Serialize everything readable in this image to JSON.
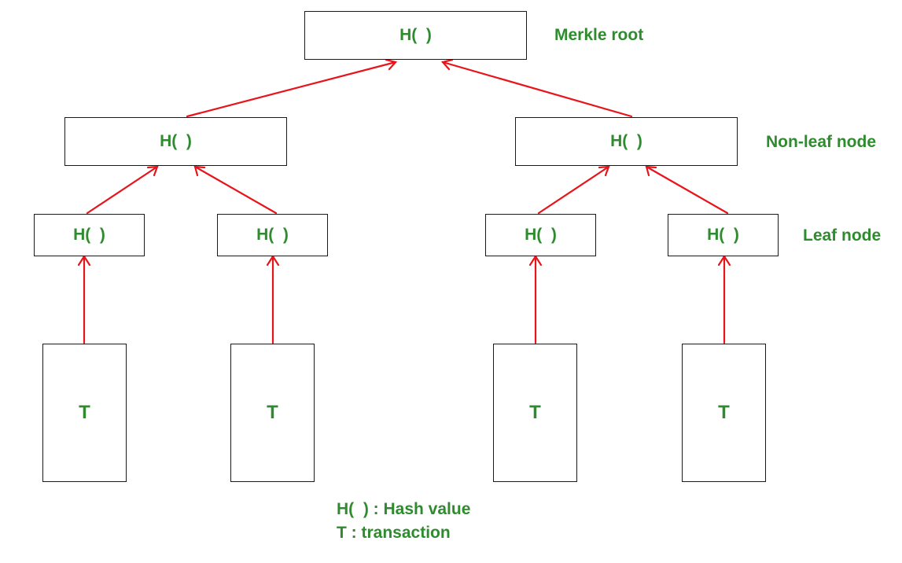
{
  "nodes": {
    "root": "H(  )",
    "nonleaf_left": "H(  )",
    "nonleaf_right": "H(  )",
    "leaf_1": "H(  )",
    "leaf_2": "H(  )",
    "leaf_3": "H(  )",
    "leaf_4": "H(  )",
    "tx_1": "T",
    "tx_2": "T",
    "tx_3": "T",
    "tx_4": "T"
  },
  "labels": {
    "root": "Merkle root",
    "nonleaf": "Non-leaf node",
    "leaf": "Leaf node"
  },
  "legend": {
    "hash": "H(  ) : Hash value",
    "transaction": "T : transaction"
  },
  "colors": {
    "text": "#2e8b2e",
    "arrow": "#e8141a",
    "border": "#1a1a1a"
  }
}
